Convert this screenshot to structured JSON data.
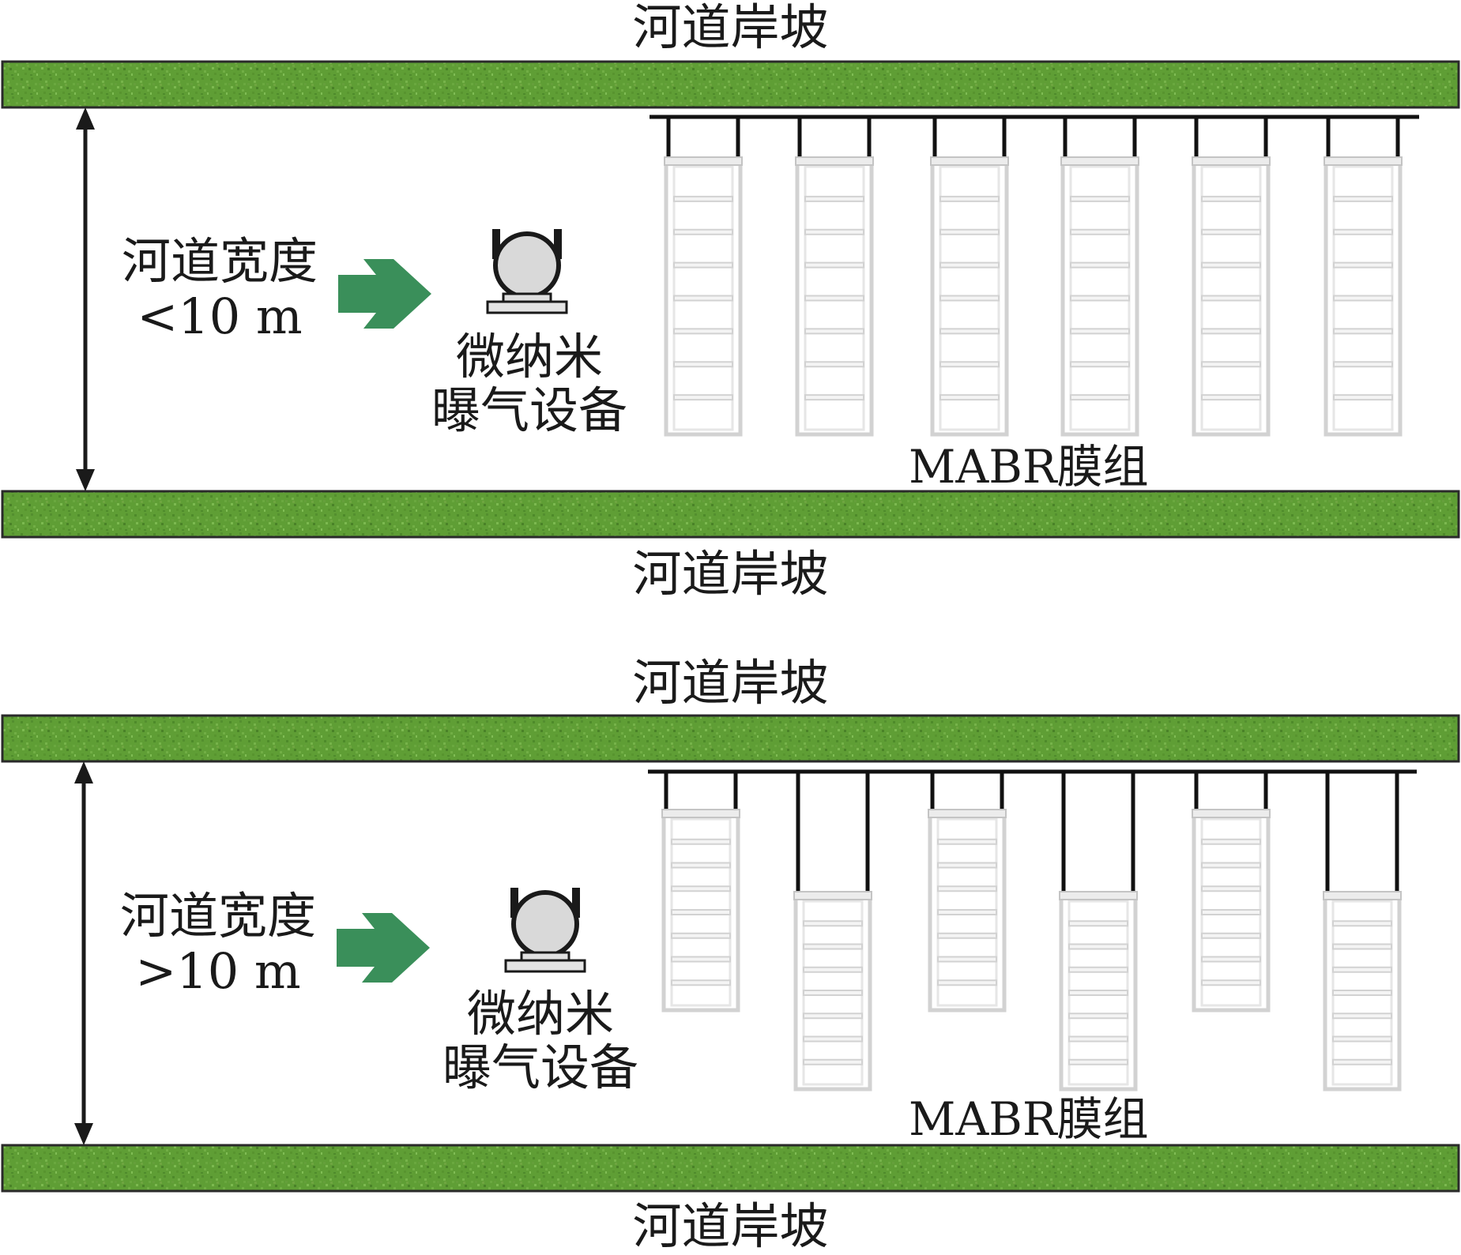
{
  "colors": {
    "bank_green": "#5f9e35",
    "bank_border": "#2a2a2a",
    "arrow_green": "#3a8f5a",
    "module_frame": "#d2d2d2",
    "pipe_black": "#111111"
  },
  "panels": [
    {
      "bank_top_label": "河道岸坡",
      "bank_bottom_label": "河道岸坡",
      "width_label": "河道宽度",
      "width_value": "<10 m",
      "device_line1": "微纳米",
      "device_line2": "曝气设备",
      "module_label": "MABR膜组",
      "module_depth": [
        "shallow",
        "shallow",
        "shallow",
        "shallow",
        "shallow",
        "shallow"
      ]
    },
    {
      "bank_top_label": "河道岸坡",
      "bank_bottom_label": "河道岸坡",
      "width_label": "河道宽度",
      "width_value": ">10 m",
      "device_line1": "微纳米",
      "device_line2": "曝气设备",
      "module_label": "MABR膜组",
      "module_depth": [
        "shallow",
        "deep",
        "shallow",
        "deep",
        "shallow",
        "deep"
      ]
    }
  ]
}
